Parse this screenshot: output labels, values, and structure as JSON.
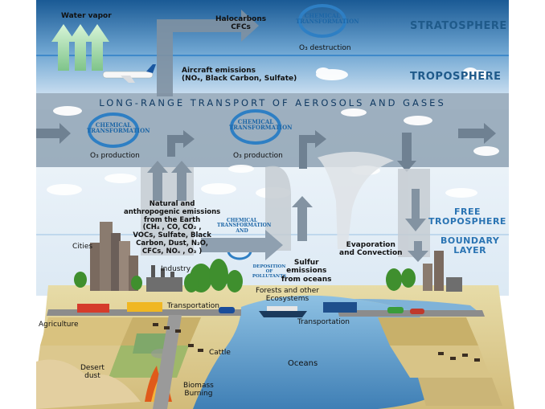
{
  "zones": {
    "stratosphere": "STRATOSPHERE",
    "troposphere": "TROPOSPHERE",
    "free_troposphere": "FREE\nTROPOSPHERE",
    "boundary_layer": "BOUNDARY\nLAYER"
  },
  "band_title": "LONG-RANGE TRANSPORT OF AEROSOLS AND GASES",
  "labels": {
    "water_vapor": "Water vapor",
    "halocarbons": "Halocarbons\nCFCs",
    "o3_destruction": "O₃ destruction",
    "aircraft": "Aircraft emissions\n(NOₓ, Black Carbon, Sulfate)",
    "o3_production_left": "O₃ production",
    "o3_production_mid": "O₃ production",
    "natural_emissions": "Natural and\nanthropogenic emissions\nfrom the Earth\n(CH₄ , CO, CO₂ ,\nVOCs, Sulfate, Black\nCarbon, Dust, N₂O,\nCFCs, NOₓ , O₃ )",
    "sulfur": "Sulfur\nemissions\nfrom oceans",
    "evaporation": "Evaporation\nand Convection",
    "cities": "Cities",
    "industry": "Industry",
    "forests": "Forests and other\nEcosystems",
    "transportation_left": "Transportation",
    "transportation_right": "Transportation",
    "agriculture": "Agriculture",
    "cattle": "Cattle",
    "desert_dust": "Desert\ndust",
    "biomass": "Biomass\nBurning",
    "oceans": "Oceans",
    "deposition": "DEPOSITION\nOF\nPOLLUTANTS"
  },
  "chemical_transformation": "CHEMICAL\nTRANSFORMATION",
  "chemical_transformation_and": "CHEMICAL\nTRANSFORMATION\nAND",
  "colors": {
    "stratosphere_top": "#1f5f9a",
    "sky_light": "#eaf3fa",
    "band": "#8fa4b6",
    "arrow": "#7d8b99",
    "ocean": "#5d9ccc",
    "zone_text": "#1f5a8a"
  }
}
